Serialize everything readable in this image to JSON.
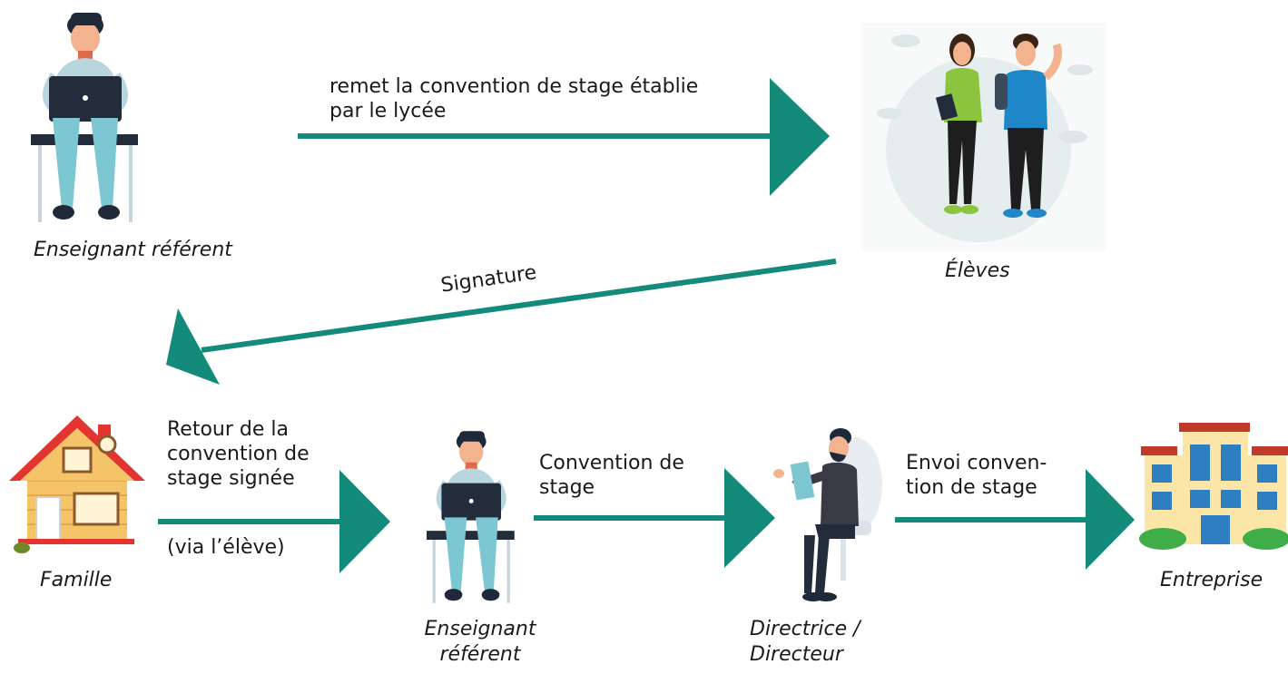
{
  "nodes": {
    "teacher_top": "Enseignant référent",
    "students": "Élèves",
    "family": "Famille",
    "teacher_bottom_line1": "Enseignant",
    "teacher_bottom_line2": "référent",
    "director_line1": "Directrice /",
    "director_line2": "Directeur",
    "company": "Entreprise"
  },
  "edges": {
    "top_line1": "remet la convention de stage établie",
    "top_line2": "par le lycée",
    "signature": "Signature",
    "return_line1": "Retour de la",
    "return_line2": "convention de",
    "return_line3": "stage signée",
    "return_note": "(via l’élève)",
    "convention_line1": "Convention de",
    "convention_line2": "stage",
    "send_line1": "Envoi conven-",
    "send_line2": "tion de stage"
  },
  "colors": {
    "arrow": "#138a7a",
    "skin": "#f2b38e",
    "shirt": "#b9d6df",
    "pants": "#7cc7d2",
    "laptop": "#222c3a"
  }
}
